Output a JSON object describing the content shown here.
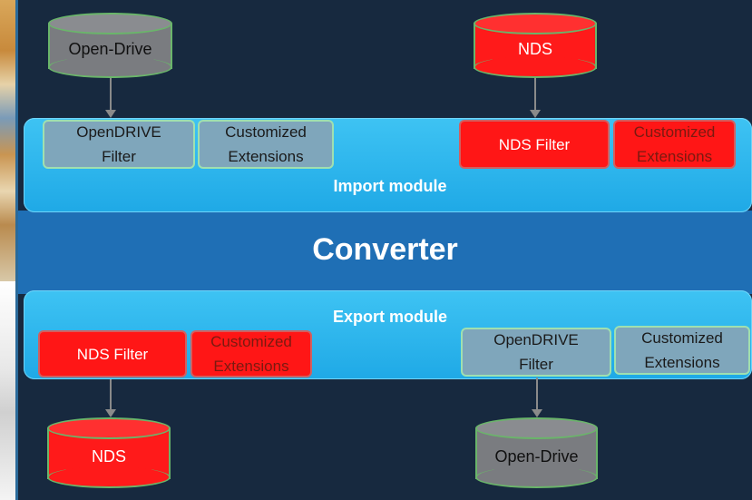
{
  "diagram": {
    "title": "Converter",
    "import_label": "Import module",
    "export_label": "Export module",
    "sources": {
      "open_drive": "Open-Drive",
      "nds": "NDS"
    },
    "import_filters": {
      "opendrive_line1": "OpenDRIVE",
      "opendrive_line2": "Filter",
      "ext1_line1": "Customized",
      "ext1_line2": "Extensions",
      "nds": "NDS Filter",
      "ext2_line1": "Customized",
      "ext2_line2": "Extensions"
    },
    "export_filters": {
      "nds": "NDS Filter",
      "ext1_line1": "Customized",
      "ext1_line2": "Extensions",
      "opendrive_line1": "OpenDRIVE",
      "opendrive_line2": "Filter",
      "ext2_line1": "Customized",
      "ext2_line2": "Extensions"
    },
    "targets": {
      "nds": "NDS",
      "open_drive": "Open-Drive"
    },
    "colors": {
      "panel": "#17293f",
      "module": "#1fa9e6",
      "converter_band": "#1f6fb5",
      "nds_red": "#ff1616",
      "opendrive_gray": "#7fa6bb"
    }
  }
}
